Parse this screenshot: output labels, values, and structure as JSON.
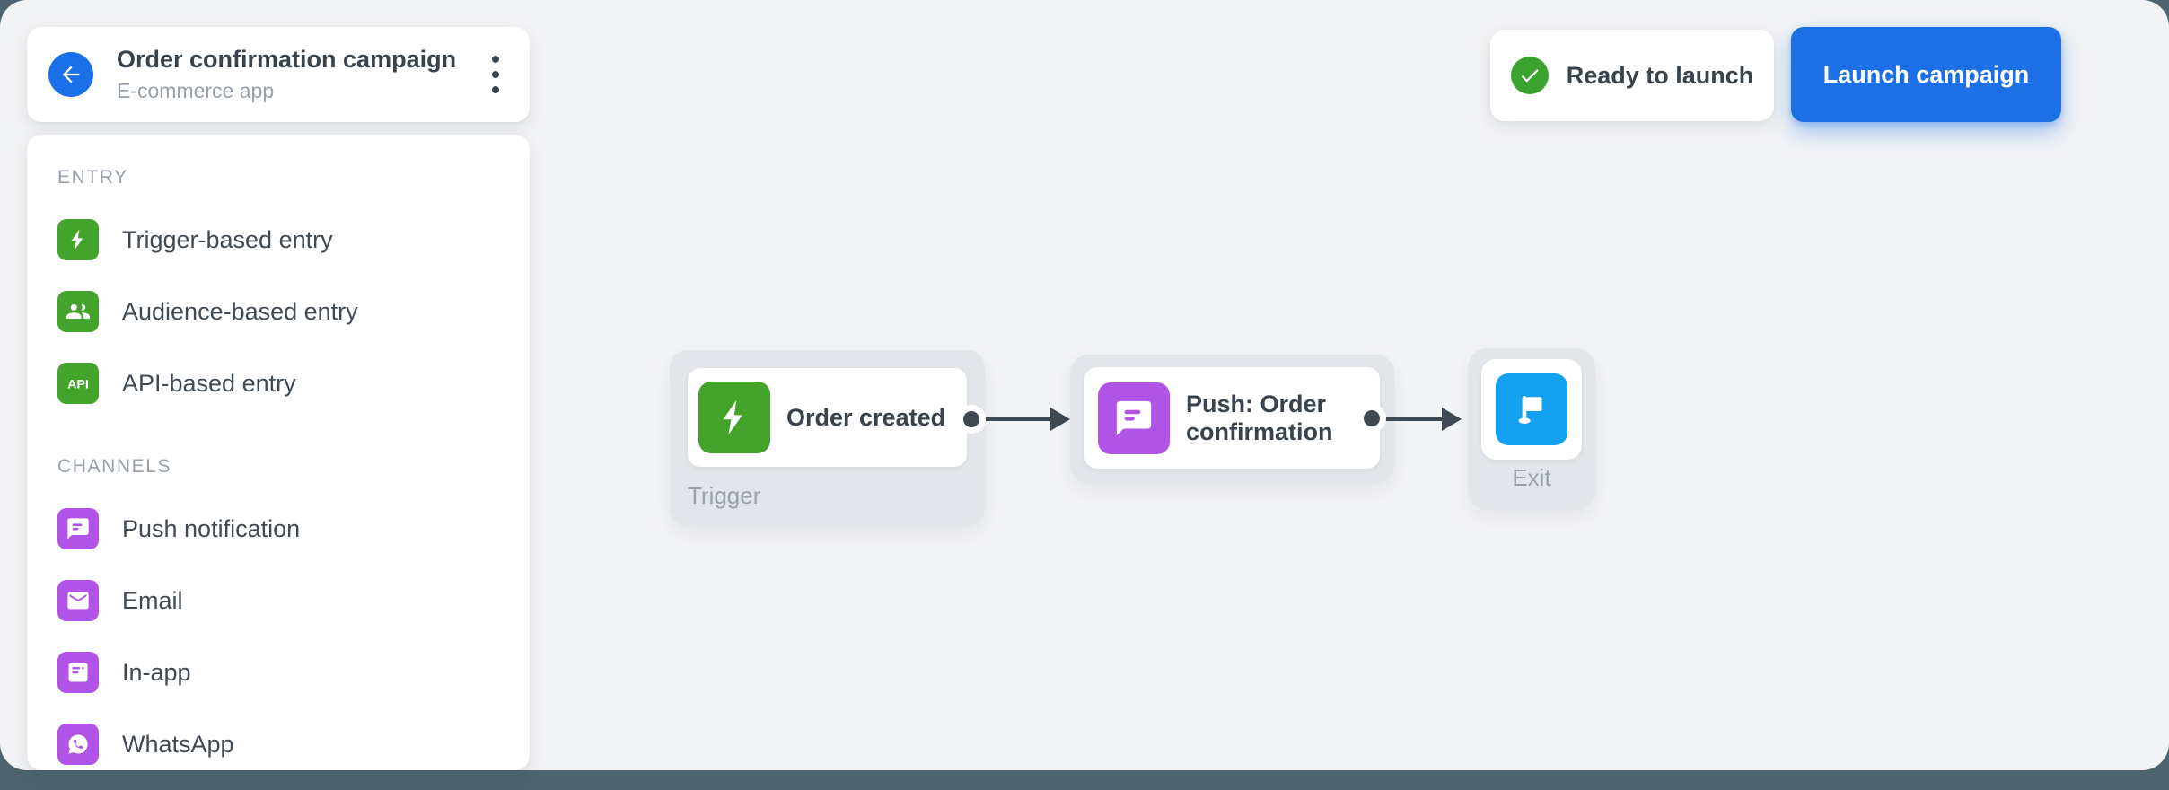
{
  "window": {
    "backdrop_color": "#4D6470",
    "surface_color": "#F2F3F5"
  },
  "palette": {
    "accent_blue": "#1C6FE4",
    "entry_green": "#43A32B",
    "channel_purple": "#B253E8",
    "exit_sky_blue": "#14A2F0",
    "status_green": "#3BA22E",
    "connector_dark": "#3E4954"
  },
  "header": {
    "title": "Order confirmation campaign",
    "subtitle": "E-commerce app"
  },
  "toolbar": {
    "status_label": "Ready to launch",
    "launch_label": "Launch campaign"
  },
  "sidebar": {
    "sections": [
      {
        "label": "ENTRY",
        "items": [
          {
            "label": "Trigger-based entry",
            "icon": "lightning-icon",
            "color": "#43A32B"
          },
          {
            "label": "Audience-based entry",
            "icon": "audience-icon",
            "color": "#43A32B"
          },
          {
            "label": "API-based entry",
            "icon": "api-icon",
            "icon_text": "API",
            "color": "#43A32B"
          }
        ]
      },
      {
        "label": "CHANNELS",
        "items": [
          {
            "label": "Push notification",
            "icon": "push-notification-icon",
            "color": "#B253E8"
          },
          {
            "label": "Email",
            "icon": "email-icon",
            "color": "#B253E8"
          },
          {
            "label": "In-app",
            "icon": "in-app-icon",
            "color": "#B253E8"
          },
          {
            "label": "WhatsApp",
            "icon": "whatsapp-icon",
            "color": "#B253E8"
          }
        ]
      }
    ]
  },
  "canvas": {
    "nodes": [
      {
        "title": "Order created",
        "badge": "Trigger",
        "icon": "lightning-icon",
        "color": "#43A32B"
      },
      {
        "title": "Push: Order confirmation",
        "badge": "",
        "icon": "push-notification-icon",
        "color": "#B253E8"
      },
      {
        "title": "",
        "badge": "Exit",
        "icon": "flag-icon",
        "color": "#14A2F0"
      }
    ]
  }
}
